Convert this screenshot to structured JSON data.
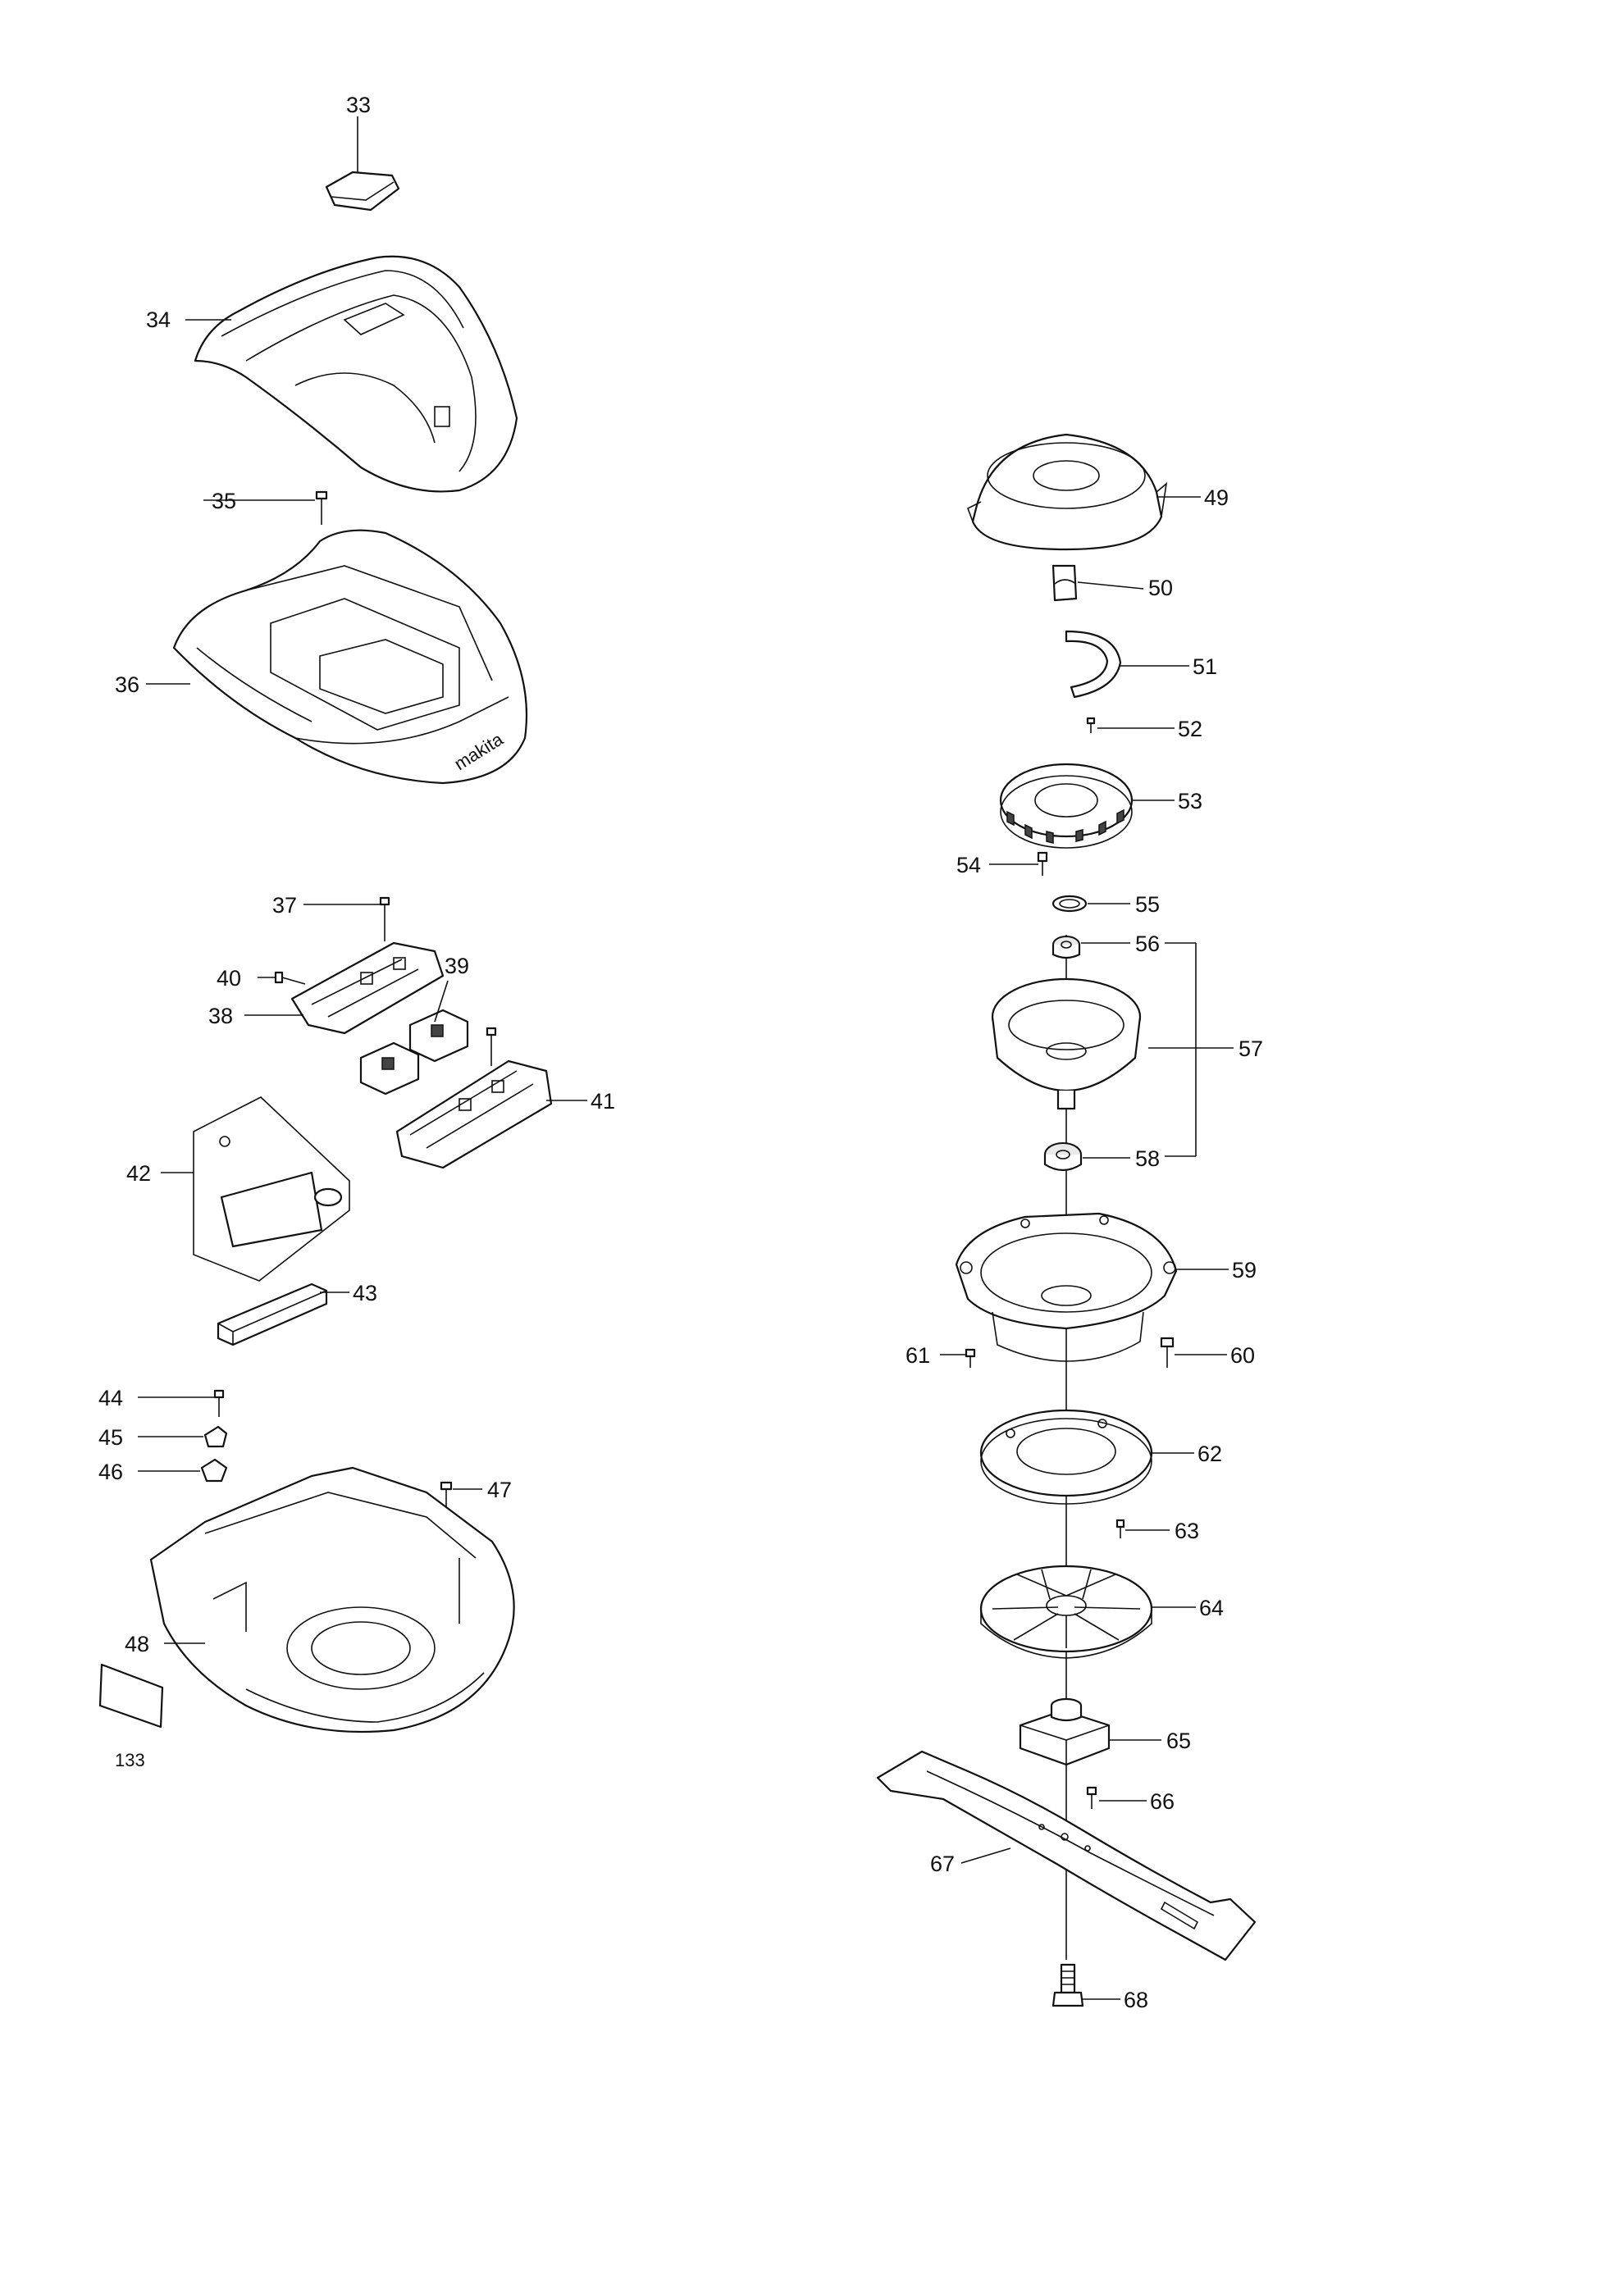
{
  "labels": {
    "p33": "33",
    "p34": "34",
    "p35": "35",
    "p36": "36",
    "p37": "37",
    "p38": "38",
    "p39": "39",
    "p40": "40",
    "p41": "41",
    "p42": "42",
    "p43": "43",
    "p44": "44",
    "p45": "45",
    "p46": "46",
    "p47": "47",
    "p48": "48",
    "p133": "133",
    "p49": "49",
    "p50": "50",
    "p51": "51",
    "p52": "52",
    "p53": "53",
    "p54": "54",
    "p55": "55",
    "p56": "56",
    "p57": "57",
    "p58": "58",
    "p59": "59",
    "p60": "60",
    "p61": "61",
    "p62": "62",
    "p63": "63",
    "p64": "64",
    "p65": "65",
    "p66": "66",
    "p67": "67",
    "p68": "68"
  },
  "brand_marks": {
    "top_cover_logo": "makita"
  }
}
